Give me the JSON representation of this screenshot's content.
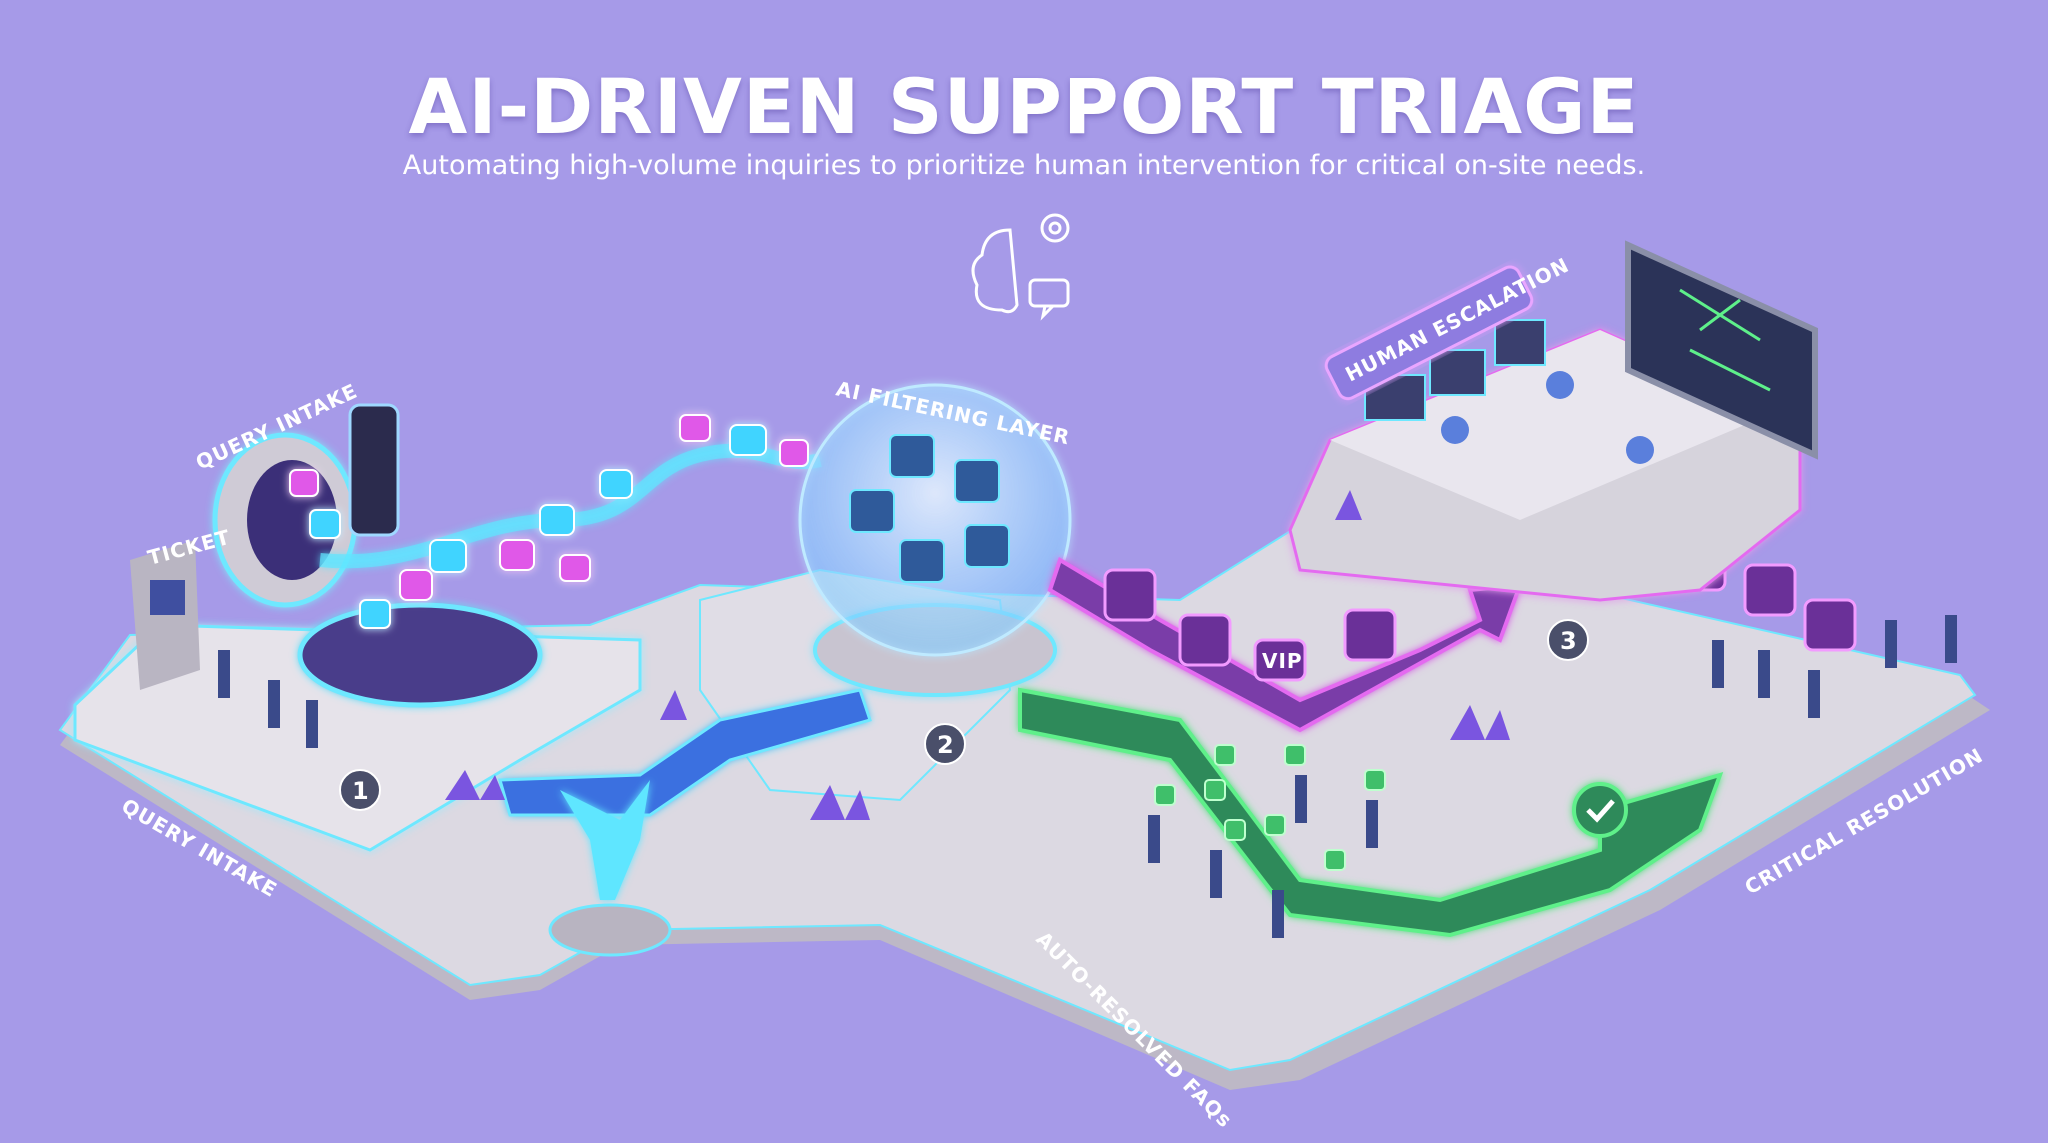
{
  "header": {
    "title": "AI-DRIVEN SUPPORT TRIAGE",
    "subtitle": "Automating high-volume inquiries to prioritize human intervention for critical on-site needs.",
    "icon": "brain-gear-chat-icon"
  },
  "stages": {
    "intake": {
      "number": "1",
      "sign": "QUERY INTAKE",
      "floor_label": "QUERY INTAKE",
      "kiosk_label": "TICKET"
    },
    "filter": {
      "number": "2",
      "sign": "AI FILTERING LAYER"
    },
    "escalation": {
      "number": "3",
      "sign": "HUMAN ESCALATION",
      "badge": "VIP"
    },
    "auto_resolved": {
      "floor_label": "AUTO-RESOLVED FAQs"
    },
    "critical": {
      "floor_label": "CRITICAL RESOLUTION"
    }
  },
  "colors": {
    "background": "#a69ae8",
    "platform": "#d9d6df",
    "cyan_glow": "#5fe6ff",
    "magenta_glow": "#e46bf0",
    "green_glow": "#5ef08a",
    "blue_path": "#3a6fe0"
  }
}
